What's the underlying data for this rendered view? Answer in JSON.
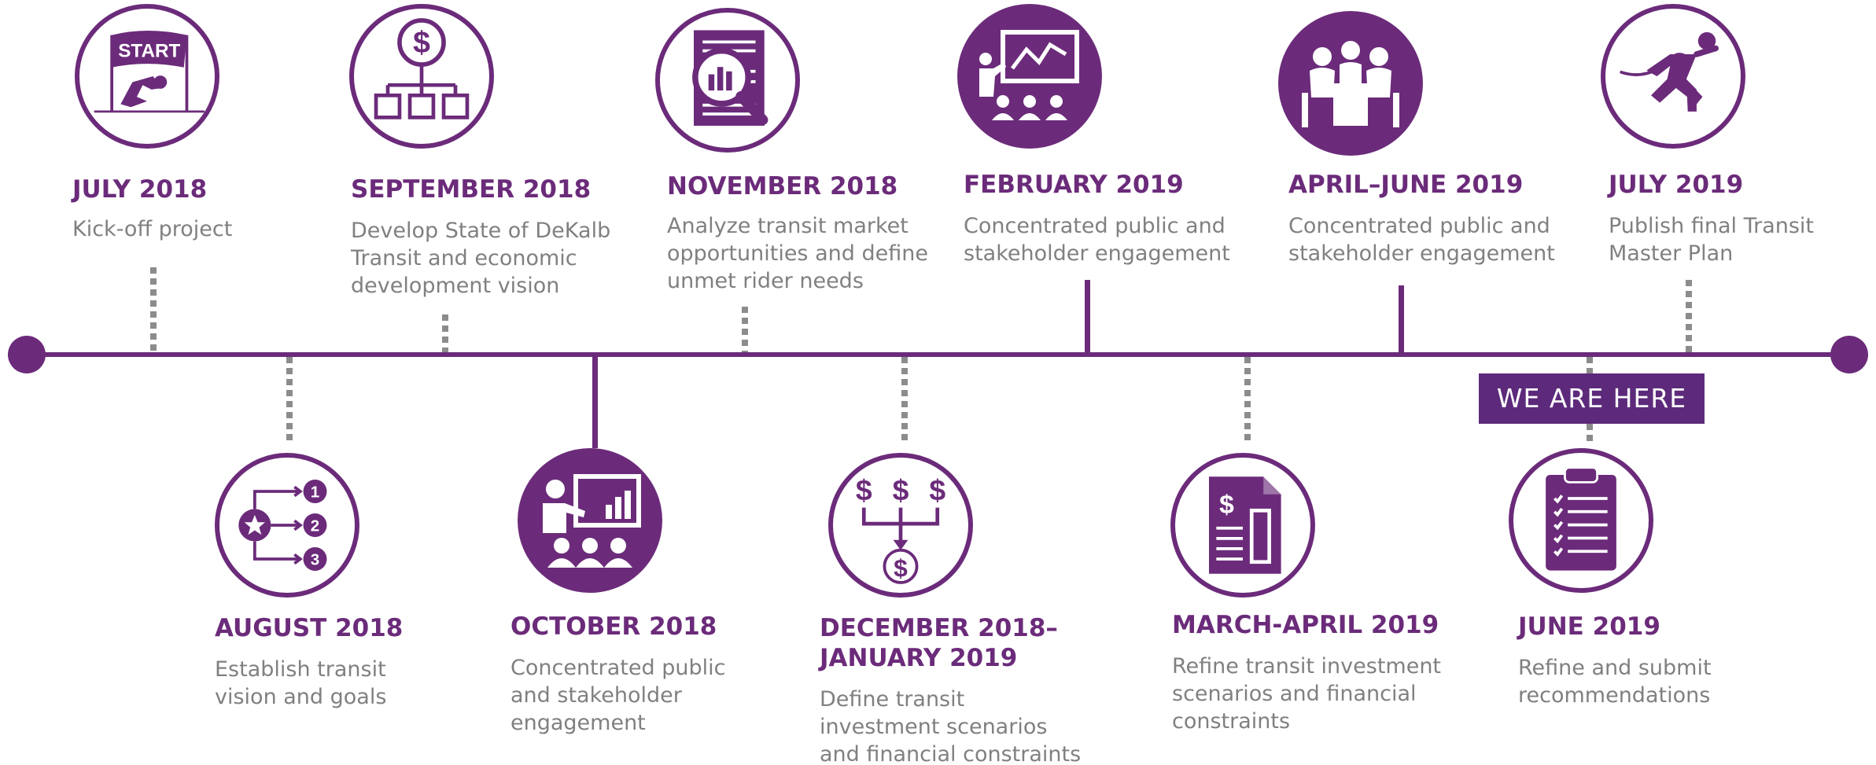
{
  "milestones_top": [
    {
      "date": "JULY 2018",
      "desc": [
        "Kick-off project"
      ],
      "icon": "start-line-runner-icon"
    },
    {
      "date": "SEPTEMBER 2018",
      "desc": [
        "Develop State of DeKalb",
        "Transit and economic",
        "development vision"
      ],
      "icon": "dollar-org-chart-icon"
    },
    {
      "date": "NOVEMBER 2018",
      "desc": [
        "Analyze transit market",
        "opportunities and define",
        "unmet rider needs"
      ],
      "icon": "document-magnifier-chart-icon"
    },
    {
      "date": "FEBRUARY 2019",
      "desc": [
        "Concentrated public and",
        "stakeholder engagement"
      ],
      "icon": "presentation-audience-icon"
    },
    {
      "date": "APRIL–JUNE 2019",
      "desc": [
        "Concentrated public and",
        "stakeholder engagement"
      ],
      "icon": "meeting-table-icon"
    },
    {
      "date": "JULY 2019",
      "desc": [
        "Publish final Transit",
        "Master Plan"
      ],
      "icon": "finish-line-runner-icon"
    }
  ],
  "milestones_bottom": [
    {
      "date": "AUGUST 2018",
      "desc": [
        "Establish transit",
        "vision and goals"
      ],
      "icon": "star-numbered-goals-icon"
    },
    {
      "date": "OCTOBER 2018",
      "desc": [
        "Concentrated public",
        "and stakeholder",
        "engagement"
      ],
      "icon": "presenter-chart-audience-icon"
    },
    {
      "date": "DECEMBER 2018–\nJANUARY 2019",
      "date_lines": [
        "DECEMBER 2018–",
        "JANUARY 2019"
      ],
      "desc": [
        "Define transit",
        "investment scenarios",
        "and financial constraints"
      ],
      "icon": "dollars-merge-icon"
    },
    {
      "date": "MARCH-APRIL 2019",
      "desc": [
        "Refine transit investment",
        "scenarios and financial",
        "constraints"
      ],
      "icon": "financial-document-icon"
    },
    {
      "date": "JUNE 2019",
      "desc": [
        "Refine and submit",
        "recommendations"
      ],
      "icon": "clipboard-checklist-icon"
    }
  ],
  "badge": {
    "label": "WE ARE HERE"
  },
  "colors": {
    "accent": "#6b2b7a",
    "badge": "#5d2a7b",
    "text": "#808080",
    "connector": "#8c8c8c"
  }
}
